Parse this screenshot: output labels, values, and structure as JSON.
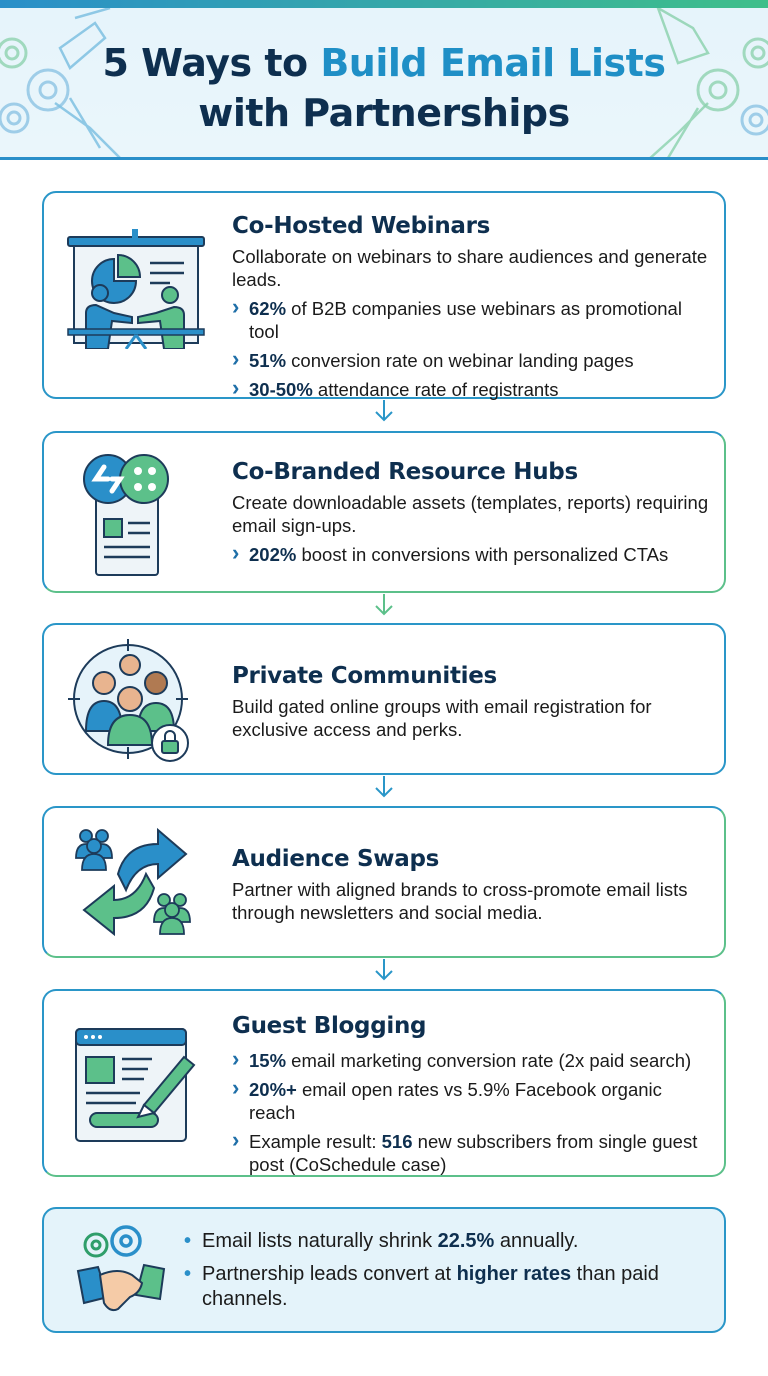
{
  "header": {
    "title_part1": "5 Ways to ",
    "title_accent": "Build Email Lists",
    "title_line2": "with Partnerships"
  },
  "colors": {
    "navy": "#0e2f4f",
    "blue": "#2a96c8",
    "green": "#5cc08a",
    "light_bg": "#e4f3fa"
  },
  "cards": [
    {
      "title": "Co-Hosted Webinars",
      "icon": "webinar-presentation-icon",
      "description": "Collaborate on webinars to share audiences and generate leads.",
      "bullets": [
        {
          "stat": "62%",
          "text": " of B2B companies use webinars as promotional tool"
        },
        {
          "stat": "51%",
          "text": " conversion rate on webinar landing pages"
        },
        {
          "stat": "30-50%",
          "text": " attendance rate of registrants"
        }
      ]
    },
    {
      "title": "Co-Branded Resource Hubs",
      "icon": "co-branded-document-icon",
      "description": "Create downloadable assets (templates, reports) requiring email sign-ups.",
      "bullets": [
        {
          "stat": "202%",
          "text": " boost in conversions with personalized CTAs"
        }
      ]
    },
    {
      "title": "Private Communities",
      "icon": "private-community-lock-icon",
      "description": "Build gated online groups with email registration for exclusive access and perks.",
      "bullets": []
    },
    {
      "title": "Audience Swaps",
      "icon": "audience-swap-arrows-icon",
      "description": "Partner with aligned brands to cross-promote email lists through newsletters and social media.",
      "bullets": []
    },
    {
      "title": "Guest Blogging",
      "icon": "guest-blog-pen-icon",
      "description": "",
      "bullets": [
        {
          "stat": "15%",
          "text": " email marketing conversion rate (2x paid search)"
        },
        {
          "stat": "20%+",
          "text": " email open rates vs 5.9% Facebook organic reach"
        },
        {
          "prefix": "Example result: ",
          "stat": "516",
          "text": " new subscribers from single guest post (CoSchedule case)"
        }
      ]
    }
  ],
  "summary": {
    "icon": "gears-handshake-icon",
    "items": [
      {
        "prefix": "Email lists naturally shrink ",
        "stat": "22.5%",
        "suffix": " annually."
      },
      {
        "prefix": "Partnership leads convert at ",
        "stat": "higher rates",
        "suffix": " than paid channels."
      }
    ]
  }
}
